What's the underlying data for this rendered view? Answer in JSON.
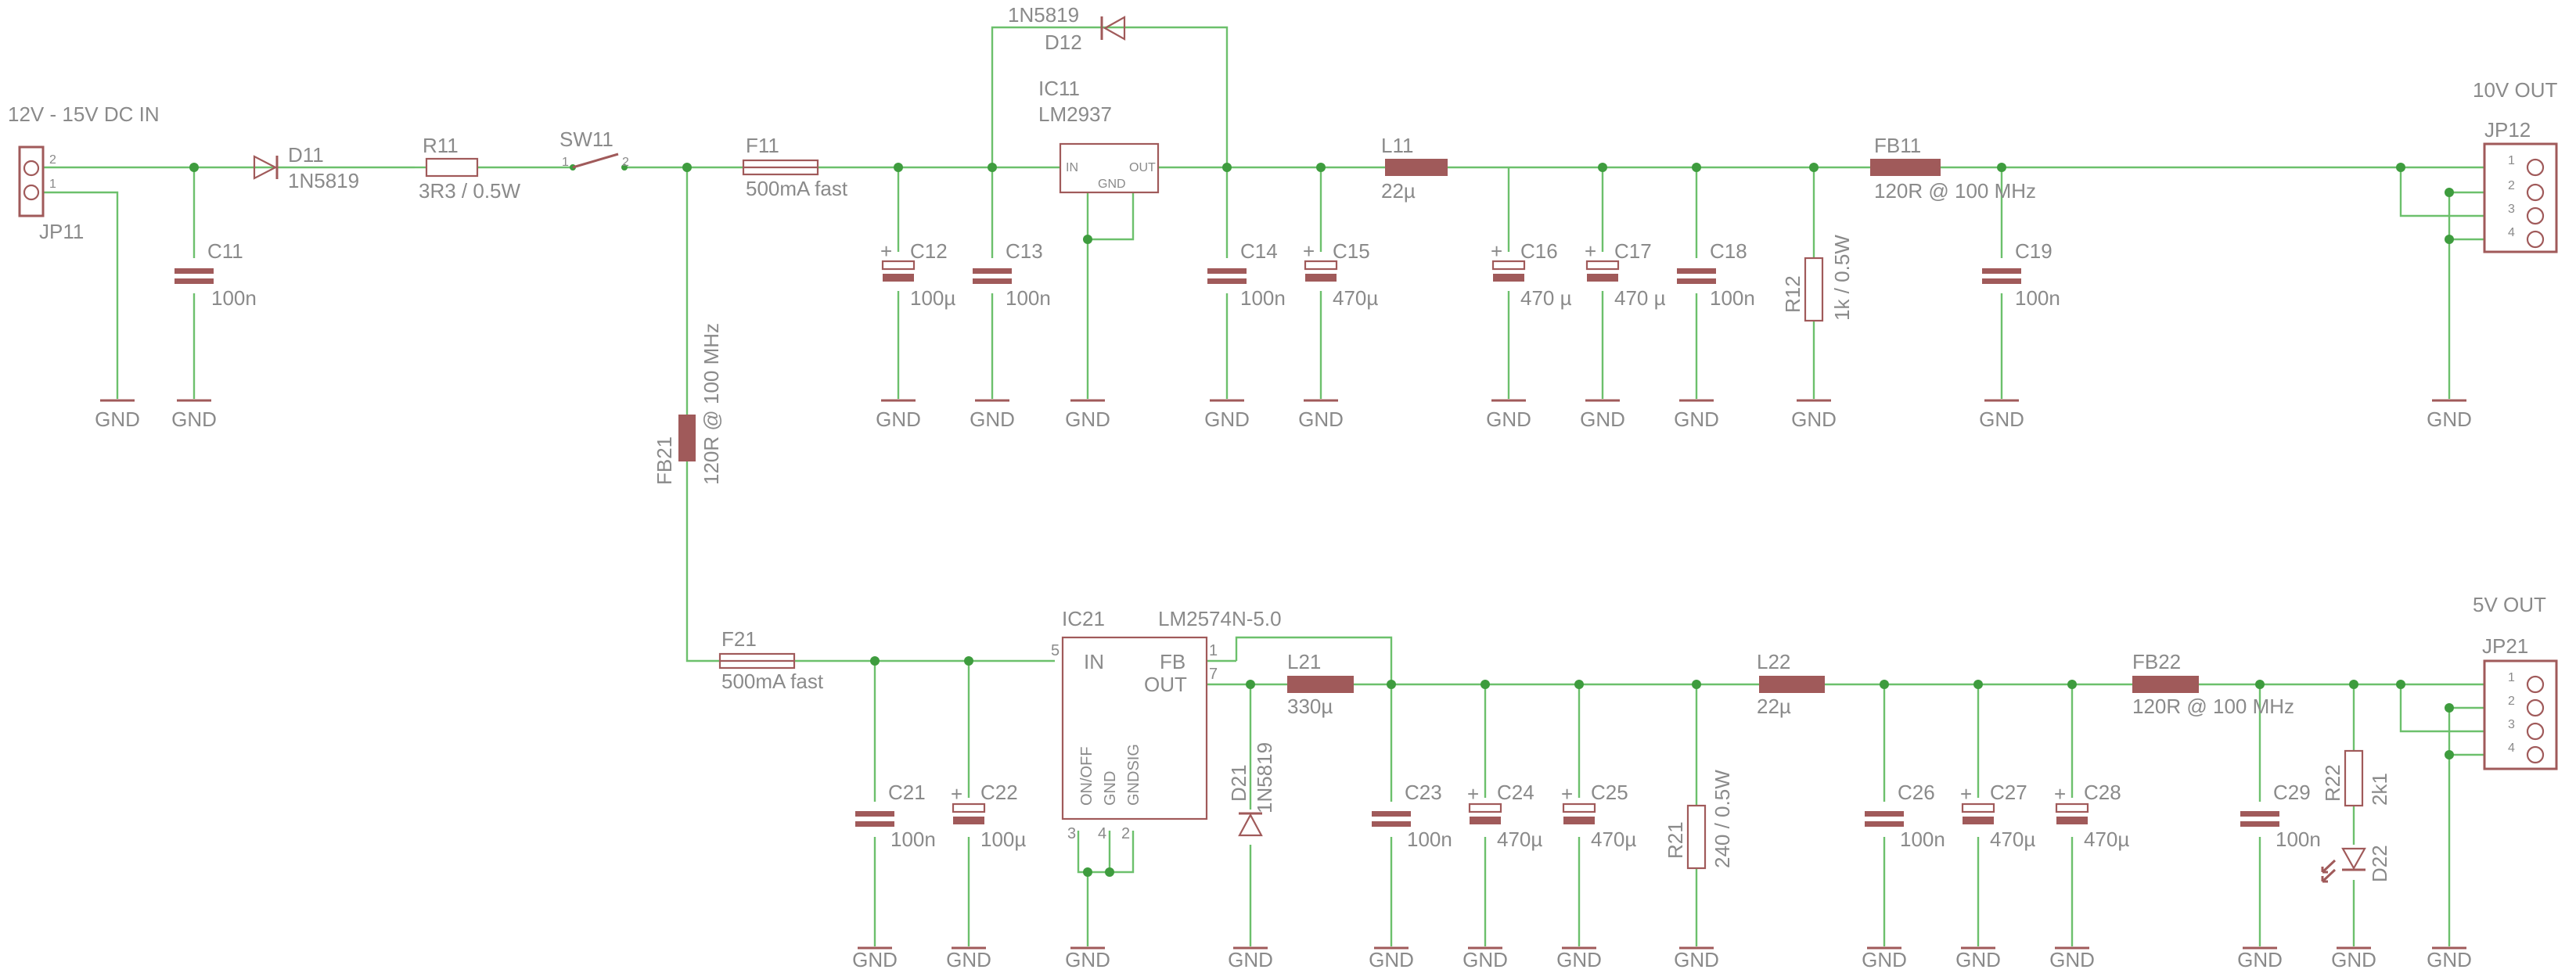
{
  "labels": {
    "input": "12V - 15V DC IN",
    "out10": "10V OUT",
    "out5": "5V OUT",
    "gnd": "GND",
    "JP11": "JP11",
    "JP12": "JP12",
    "JP21": "JP21",
    "D11": "D11",
    "D11v": "1N5819",
    "R11": "R11",
    "R11v": "3R3 / 0.5W",
    "SW11": "SW11",
    "F11": "F11",
    "F11v": "500mA fast",
    "D12v": "1N5819",
    "D12": "D12",
    "IC11": "IC11",
    "IC11v": "LM2937",
    "IC11in": "IN",
    "IC11out": "OUT",
    "IC11gnd": "GND",
    "L11": "L11",
    "L11v": "22µ",
    "FB11": "FB11",
    "FB11v": "120R @ 100 MHz",
    "C11": "C11",
    "C11v": "100n",
    "C12": "C12",
    "C12v": "100µ",
    "C13": "C13",
    "C13v": "100n",
    "C14": "C14",
    "C14v": "100n",
    "C15": "C15",
    "C15v": "470µ",
    "C16": "C16",
    "C16v": "470 µ",
    "C17": "C17",
    "C17v": "470 µ",
    "C18": "C18",
    "C18v": "100n",
    "R12": "R12",
    "R12v": "1k / 0.5W",
    "C19": "C19",
    "C19v": "100n",
    "FB21": "FB21",
    "FB21v": "120R @ 100 MHz",
    "F21": "F21",
    "F21v": "500mA fast",
    "IC21": "IC21",
    "IC21v": "LM2574N-5.0",
    "IC21in": "IN",
    "IC21fb": "FB",
    "IC21out": "OUT",
    "IC21onoff": "ON/OFF",
    "IC21gnd": "GND",
    "IC21gndsig": "GNDSIG",
    "L21": "L21",
    "L21v": "330µ",
    "D21": "D21",
    "D21v": "1N5819",
    "L22": "L22",
    "L22v": "22µ",
    "FB22": "FB22",
    "FB22v": "120R @ 100 MHz",
    "C21": "C21",
    "C21v": "100n",
    "C22": "C22",
    "C22v": "100µ",
    "C23": "C23",
    "C23v": "100n",
    "C24": "C24",
    "C24v": "470µ",
    "C25": "C25",
    "C25v": "470µ",
    "R21": "R21",
    "R21v": "240 / 0.5W",
    "C26": "C26",
    "C26v": "100n",
    "C27": "C27",
    "C27v": "470µ",
    "C28": "C28",
    "C28v": "470µ",
    "C29": "C29",
    "C29v": "100n",
    "R22": "R22",
    "R22v": "2k1",
    "D22": "D22",
    "pin1": "1",
    "pin2": "2",
    "pin3": "3",
    "pin4": "4",
    "pin5": "5",
    "pin7": "7",
    "plus": "+"
  },
  "colors": {
    "wire": "#6cc06c",
    "part": "#a05a5a",
    "text": "#8a8a8a",
    "junction": "#3e9c3e"
  }
}
